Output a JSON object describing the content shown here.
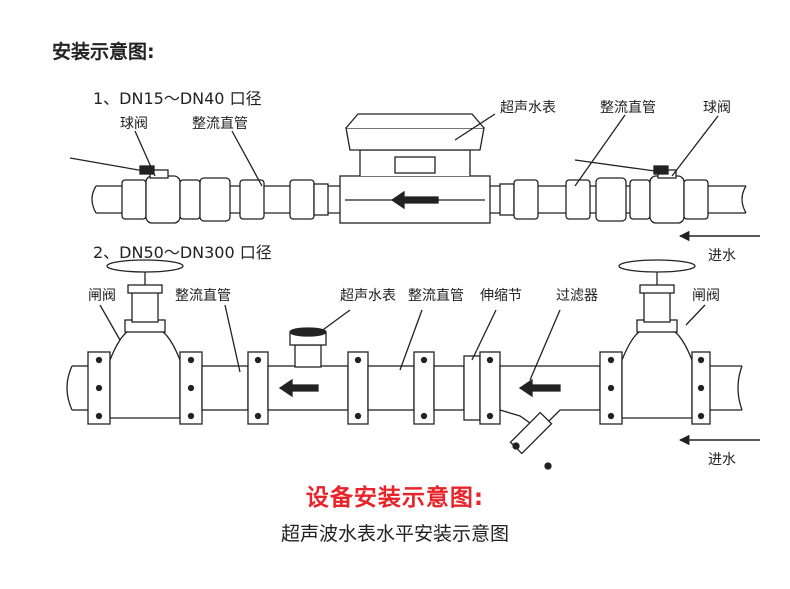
{
  "heading": "安装示意图:",
  "section1": {
    "title": "1、DN15～DN40 口径",
    "labels": {
      "ball_valve_left": "球阀",
      "straight_pipe_left": "整流直管",
      "meter": "超声水表",
      "straight_pipe_right": "整流直管",
      "ball_valve_right": "球阀"
    },
    "inlet": "进水"
  },
  "section2": {
    "title": "2、DN50～DN300 口径",
    "labels": {
      "gate_valve_left": "闸阀",
      "straight_pipe_left": "整流直管",
      "meter": "超声水表",
      "straight_pipe_right": "整流直管",
      "expansion_joint": "伸缩节",
      "filter": "过滤器",
      "gate_valve_right": "闸阀"
    },
    "inlet": "进水"
  },
  "footer": {
    "title": "设备安装示意图:",
    "title_color": "#e8232a",
    "subtitle": "超声波水表水平安装示意图"
  }
}
